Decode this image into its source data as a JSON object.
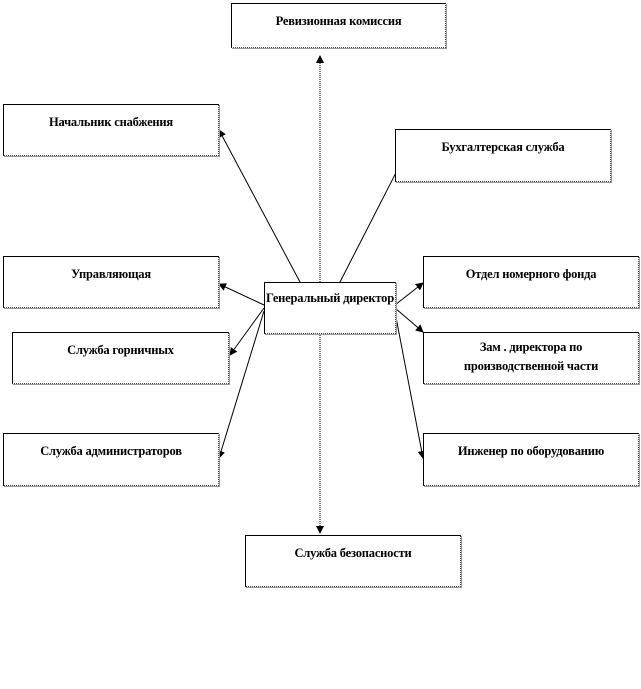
{
  "center": "Генеральный директор",
  "nodes": {
    "audit": "Ревизионная комиссия",
    "supply": "Начальник снабжения",
    "accounting": "Бухгалтерская  служба",
    "manager": "Управляющая",
    "rooms": "Отдел номерного фонда",
    "maids": "Служба горничных",
    "deputy": "Зам . директора по производственной части",
    "admins": "Служба администраторов",
    "engineer": "Инженер по оборудованию",
    "security": "Служба безопасности"
  }
}
